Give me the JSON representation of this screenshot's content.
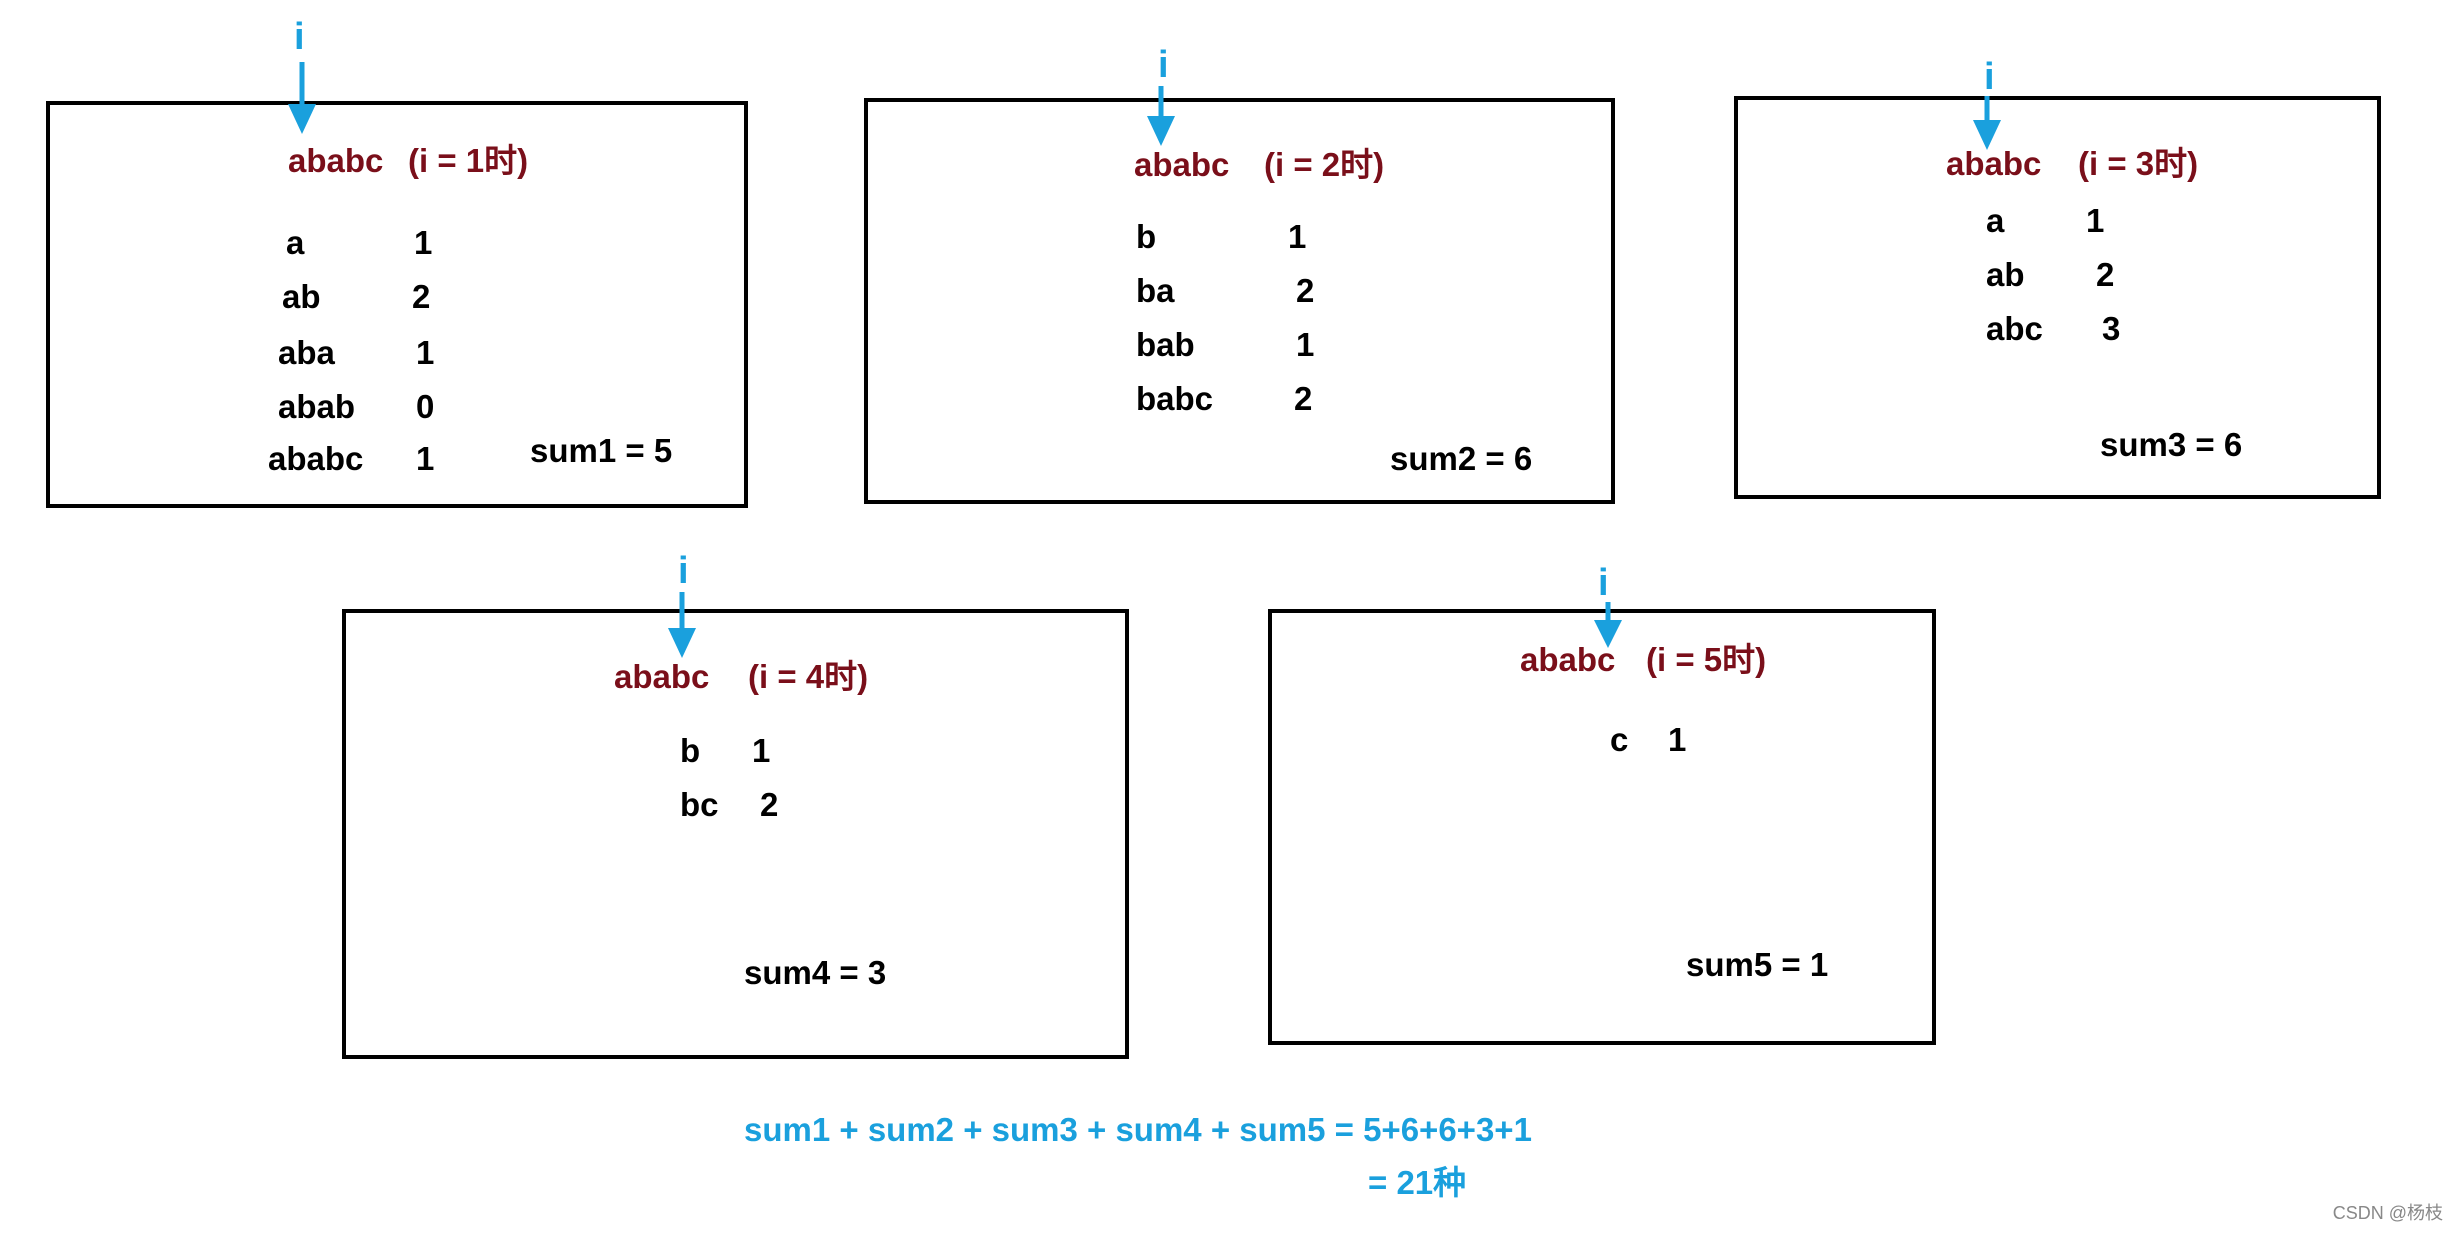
{
  "panels": [
    {
      "marker": "i",
      "word": "ababc",
      "case_label": "(i = 1时)",
      "rows": [
        {
          "substring": "a",
          "count": "1"
        },
        {
          "substring": "ab",
          "count": "2"
        },
        {
          "substring": "aba",
          "count": "1"
        },
        {
          "substring": "abab",
          "count": "0"
        },
        {
          "substring": "ababc",
          "count": "1"
        }
      ],
      "sum": "sum1 = 5"
    },
    {
      "marker": "i",
      "word": "ababc",
      "case_label": "(i = 2时)",
      "rows": [
        {
          "substring": "b",
          "count": "1"
        },
        {
          "substring": "ba",
          "count": "2"
        },
        {
          "substring": "bab",
          "count": "1"
        },
        {
          "substring": "babc",
          "count": "2"
        }
      ],
      "sum": "sum2 = 6"
    },
    {
      "marker": "i",
      "word": "ababc",
      "case_label": "(i = 3时)",
      "rows": [
        {
          "substring": "a",
          "count": "1"
        },
        {
          "substring": "ab",
          "count": "2"
        },
        {
          "substring": "abc",
          "count": "3"
        }
      ],
      "sum": "sum3 = 6"
    },
    {
      "marker": "i",
      "word": "ababc",
      "case_label": "(i = 4时)",
      "rows": [
        {
          "substring": "b",
          "count": "1"
        },
        {
          "substring": "bc",
          "count": "2"
        }
      ],
      "sum": "sum4 = 3"
    },
    {
      "marker": "i",
      "word": "ababc",
      "case_label": "(i = 5时)",
      "rows": [
        {
          "substring": "c",
          "count": "1"
        }
      ],
      "sum": "sum5 = 1"
    }
  ],
  "total": {
    "line1": "sum1 + sum2 + sum3 + sum4 + sum5 = 5+6+6+3+1",
    "line2": "= 21种"
  },
  "watermark": "CSDN @杨枝",
  "colors": {
    "header": "#7a0f1a",
    "marker": "#1aa0dd",
    "text": "#000000"
  }
}
